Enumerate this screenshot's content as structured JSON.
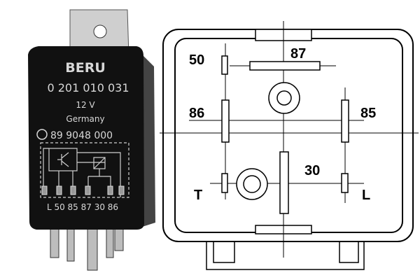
{
  "relay_photo": {
    "brand": "BERU",
    "part_number": "0 201 010 031",
    "voltage": "12 V",
    "origin": "Germany",
    "approval_number": "89 9048 000",
    "pin_labels": "L 50 85 87 30 86"
  },
  "pinout_diagram": {
    "labels": {
      "pin_50": "50",
      "pin_87": "87",
      "pin_86": "86",
      "pin_85": "85",
      "pin_30": "30",
      "pin_T": "T",
      "pin_L": "L"
    }
  }
}
